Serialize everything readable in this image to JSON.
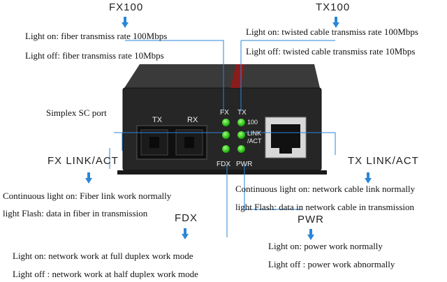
{
  "headings": {
    "fx100": "FX100",
    "tx100": "TX100",
    "fx_link": "FX LINK/ACT",
    "tx_link": "TX LINK/ACT",
    "fdx": "FDX",
    "pwr": "PWR"
  },
  "descriptions": {
    "fx100_on": "Light on: fiber transmiss rate 100Mbps",
    "fx100_off": "Light off: fiber transmiss rate 10Mbps",
    "tx100_on": "Light on: twisted cable transmiss rate 100Mbps",
    "tx100_off": "Light off: twisted cable transmiss rate 10Mbps",
    "simplex": "Simplex SC port",
    "fx_link_on": "Continuous light on: Fiber link work normally",
    "fx_link_flash": "light Flash: data in fiber in transmission",
    "tx_link_on": "Continuous light on: network cable link normally",
    "tx_link_flash": "light Flash: data in network cable in transmission",
    "fdx_on": "Light on: network work at full duplex work mode",
    "fdx_off": "Light off : network work at half duplex work mode",
    "pwr_on": "Light on: power work normally",
    "pwr_off": "Light off :  power work abnormally"
  },
  "device": {
    "tx": "TX",
    "rx": "RX",
    "led_fx": "FX",
    "led_tx": "TX",
    "led_100": "100",
    "led_link": "LINK",
    "led_act": "/ACT",
    "led_fdx": "FDX",
    "led_pwr": "PWR"
  },
  "colors": {
    "arrow": "#2b86d6",
    "led": "#1fb30c",
    "device_body": "#2a2a2a"
  }
}
